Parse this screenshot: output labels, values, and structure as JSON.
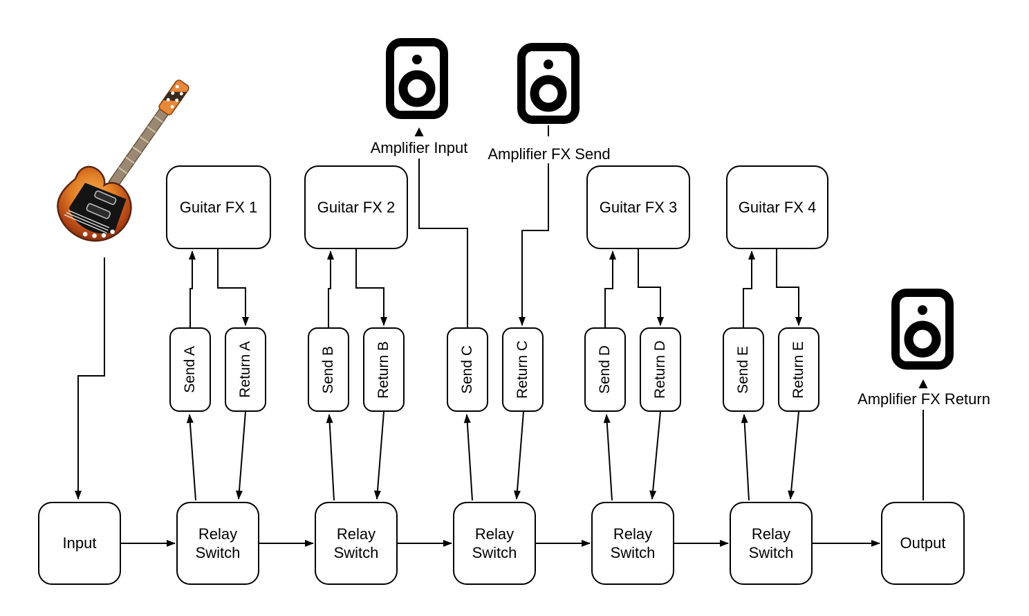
{
  "diagram": {
    "icons": {
      "guitar": "electric-guitar",
      "amplifier": "studio-monitor-speaker"
    },
    "colors": {
      "background": "#ffffff",
      "stroke": "#000000",
      "node_fill": "#ffffff",
      "guitar_body_accent": "#d96e21"
    },
    "amp_labels": {
      "input": "Amplifier Input",
      "fx_send": "Amplifier FX Send",
      "fx_return": "Amplifier FX Return"
    },
    "fx_units": [
      {
        "label": "Guitar FX 1"
      },
      {
        "label": "Guitar FX 2"
      },
      {
        "label": "Guitar FX 3"
      },
      {
        "label": "Guitar FX 4"
      }
    ],
    "loops": [
      {
        "send": "Send A",
        "return": "Return A"
      },
      {
        "send": "Send B",
        "return": "Return B"
      },
      {
        "send": "Send C",
        "return": "Return C"
      },
      {
        "send": "Send D",
        "return": "Return D"
      },
      {
        "send": "Send E",
        "return": "Return E"
      }
    ],
    "chain": {
      "input": "Input",
      "relays": [
        "Relay Switch",
        "Relay Switch",
        "Relay Switch",
        "Relay Switch",
        "Relay Switch"
      ],
      "output": "Output"
    }
  }
}
